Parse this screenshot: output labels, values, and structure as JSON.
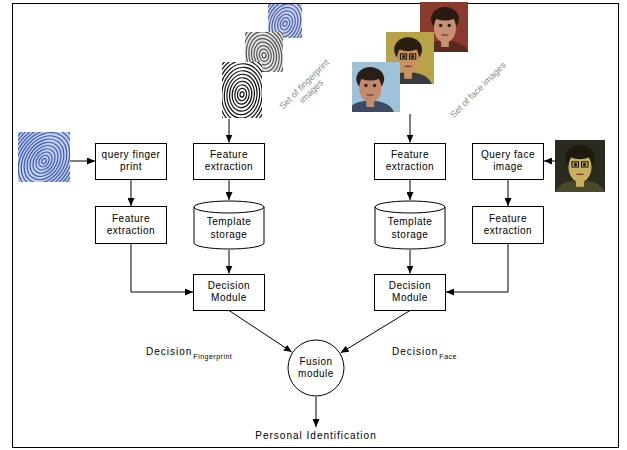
{
  "diagram": {
    "nodes": [
      {
        "text": [
          "query finger print"
        ]
      },
      {
        "text": [
          "Feature extraction"
        ]
      },
      {
        "text": [
          "Feature extraction"
        ]
      },
      {
        "text": [
          "Query face image"
        ]
      },
      {
        "text": [
          "Feature extraction"
        ]
      },
      {
        "text": [
          "Template storage"
        ]
      },
      {
        "text": [
          "Template storage"
        ]
      },
      {
        "text": [
          "Feature extraction"
        ]
      },
      {
        "text": [
          "Decision Module"
        ]
      },
      {
        "text": [
          "Decision Module"
        ]
      },
      {
        "text": [
          "Fusion module"
        ]
      }
    ],
    "edges": [
      {
        "from": 0,
        "to": 4,
        "arrow": "to"
      },
      {
        "from": 1,
        "to": 5,
        "arrow": "to"
      },
      {
        "from": 2,
        "to": 6,
        "arrow": "to"
      },
      {
        "from": 3,
        "to": 7,
        "arrow": "to"
      },
      {
        "from": 5,
        "to": 8,
        "arrow": "to"
      },
      {
        "from": 4,
        "to": 8,
        "arrow": "to"
      },
      {
        "from": 6,
        "to": 9,
        "arrow": "to"
      },
      {
        "from": 7,
        "to": 9,
        "arrow": "to"
      },
      {
        "from": 8,
        "to": 10,
        "arrow": "to"
      },
      {
        "from": 9,
        "to": 10,
        "arrow": "to"
      }
    ],
    "labels": [
      "Set of fingerprint images",
      "Set of face images",
      "Decision",
      "Fingerprint",
      "Decision",
      "Face",
      "Personal Identification"
    ]
  }
}
